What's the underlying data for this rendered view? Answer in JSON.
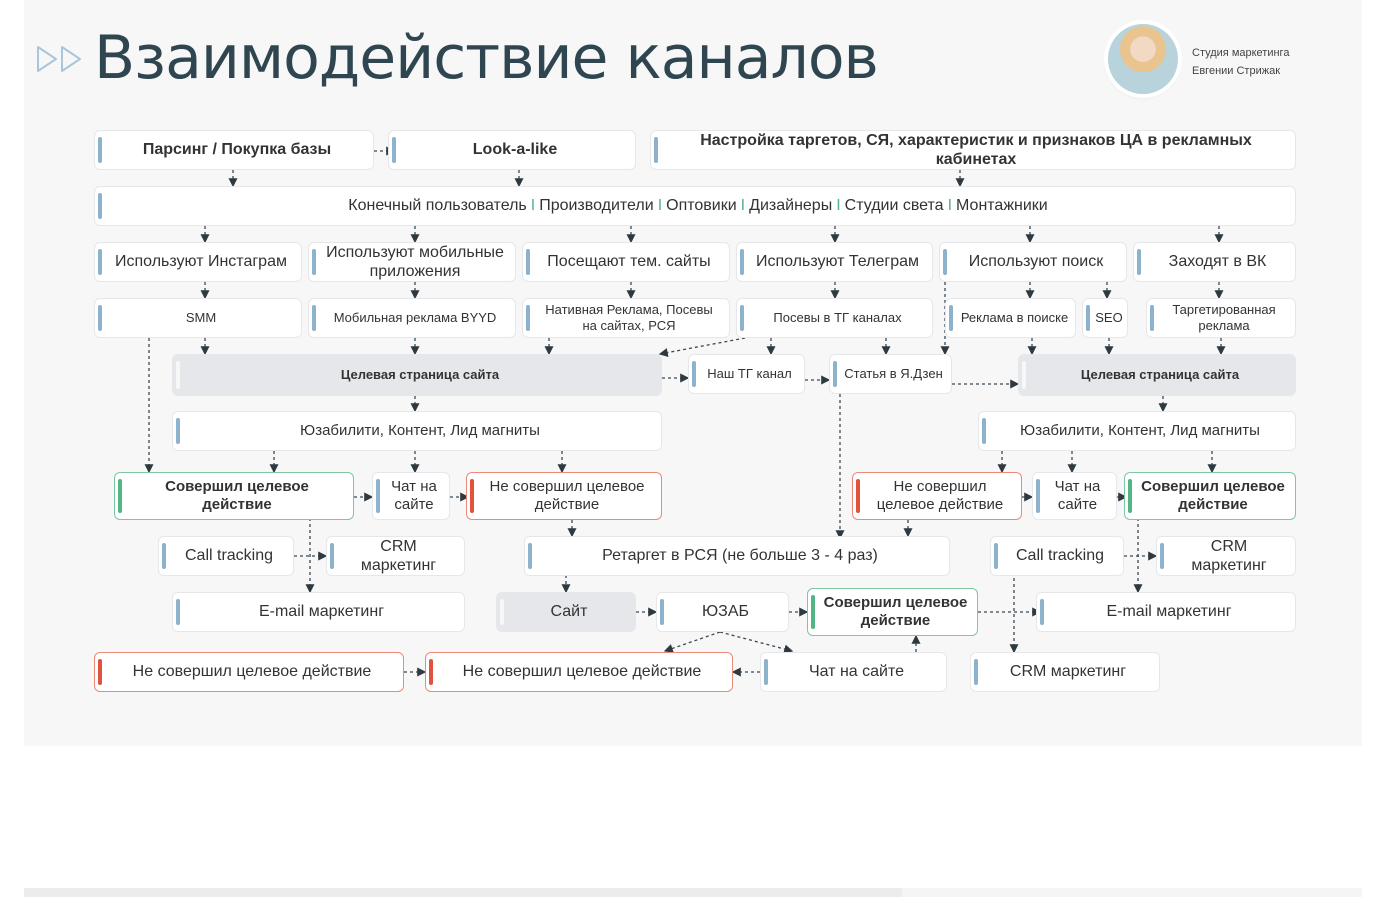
{
  "title": "Взаимодействие каналов",
  "studio": {
    "line1": "Студия маркетинга",
    "line2": "Евгении Стрижак"
  },
  "icons": {
    "decor": "double-chevron-icon",
    "author": "author-avatar"
  },
  "colors": {
    "accent_blue": "#8db2cb",
    "success_green": "#53b583",
    "fail_red": "#e2533d",
    "title": "#2f4650"
  },
  "row1": {
    "parsing": "Парсинг / Покупка базы",
    "lookalike": "Look-a-like",
    "targeting": "Настройка таргетов, СЯ, характеристик и признаков ЦА в рекламных кабинетах"
  },
  "audience": [
    "Конечный пользователь",
    "Производители",
    "Оптовики",
    "Дизайнеры",
    "Студии света",
    "Монтажники"
  ],
  "audience_separator": "I",
  "uses": {
    "instagram": "Используют Инстаграм",
    "mobile": "Используют мобильные приложения",
    "sites": "Посещают тем. сайты",
    "telegram": "Используют Телеграм",
    "search": "Используют поиск",
    "vk": "Заходят в ВК"
  },
  "channels": {
    "smm": "SMM",
    "mobile_ads": "Мобильная реклама BYYD",
    "native": "Нативная Реклама, Посевы на сайтах, РСЯ",
    "tg_posts": "Посевы в ТГ каналах",
    "search_ads": "Реклама в поиске",
    "seo": "SEO",
    "target_ads": "Таргетированная реклама"
  },
  "landing_left": "Целевая страница сайта",
  "tg_channel": "Наш ТГ канал",
  "dzen": "Статья в Я.Дзен",
  "landing_right": "Целевая страница сайта",
  "usability_left": "Юзабилити, Контент, Лид магниты",
  "usability_right": "Юзабилити, Контент, Лид магниты",
  "left_branch": {
    "done": "Совершил целевое действие",
    "chat": "Чат на сайте",
    "not_done": "Не совершил целевое действие",
    "call_tracking": "Call tracking",
    "crm": "CRM маркетинг",
    "email": "E-mail маркетинг"
  },
  "right_branch": {
    "not_done": "Не совершил целевое действие",
    "chat": "Чат на сайте",
    "done": "Совершил целевое действие",
    "call_tracking": "Call tracking",
    "crm": "CRM маркетинг",
    "email": "E-mail маркетинг",
    "crm2": "CRM маркетинг"
  },
  "retarget": {
    "retarget": "Ретаргет в РСЯ (не больше 3 - 4 раз)",
    "site": "Сайт",
    "ux": "ЮЗАБ",
    "done": "Совершил целевое действие",
    "chat": "Чат на сайте"
  },
  "bottom": {
    "not_done_1": "Не совершил целевое действие",
    "not_done_2": "Не совершил целевое действие"
  }
}
